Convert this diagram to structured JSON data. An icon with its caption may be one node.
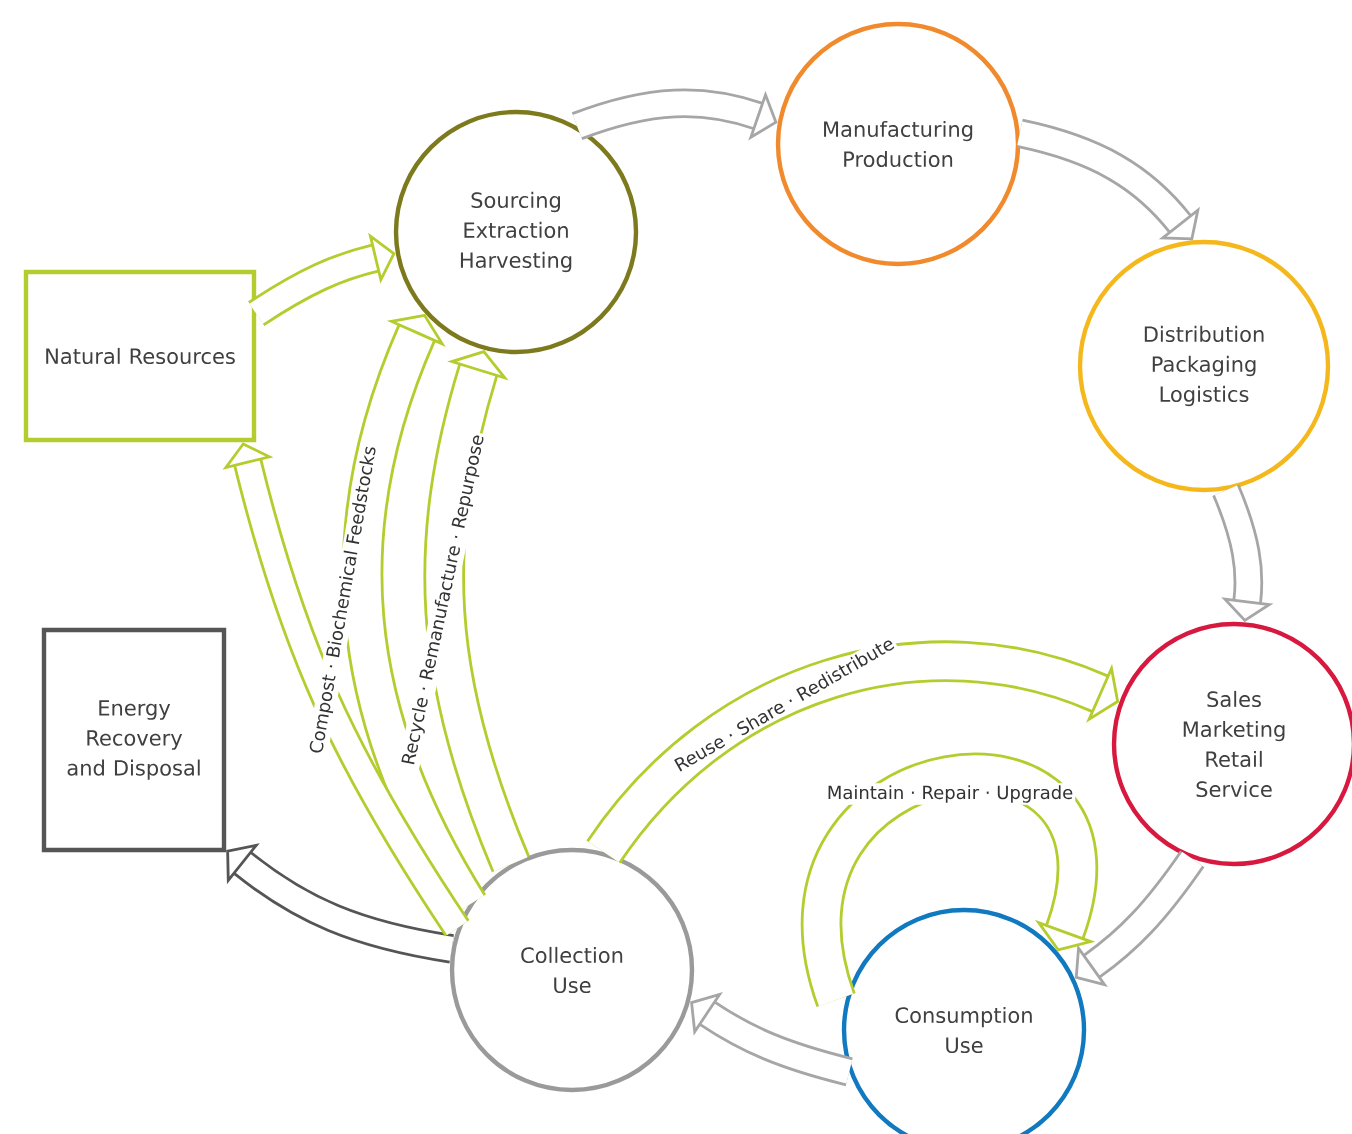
{
  "diagram": {
    "nodes": [
      {
        "text": [
          "Natural Resources"
        ]
      },
      {
        "text": [
          "Sourcing",
          "Extraction",
          "Harvesting"
        ]
      },
      {
        "text": [
          "Manufacturing",
          "Production"
        ]
      },
      {
        "text": [
          "Distribution",
          "Packaging",
          "Logistics"
        ]
      },
      {
        "text": [
          "Sales",
          "Marketing",
          "Retail",
          "Service"
        ]
      },
      {
        "text": [
          "Consumption",
          "Use"
        ]
      },
      {
        "text": [
          "Collection",
          "Use"
        ]
      },
      {
        "text": [
          "Energy Recovery and Disposal"
        ]
      }
    ],
    "edges": [
      {
        "from": 0,
        "to": 1,
        "arrow": "to",
        "color": "#b5cc2e"
      },
      {
        "from": 1,
        "to": 2,
        "arrow": "to",
        "color": "#a6a6a6"
      },
      {
        "from": 2,
        "to": 3,
        "arrow": "to",
        "color": "#a6a6a6"
      },
      {
        "from": 3,
        "to": 4,
        "arrow": "to",
        "color": "#a6a6a6"
      },
      {
        "from": 4,
        "to": 5,
        "arrow": "to",
        "color": "#a6a6a6"
      },
      {
        "from": 5,
        "to": 6,
        "arrow": "to",
        "color": "#a6a6a6"
      },
      {
        "from": 6,
        "to": 7,
        "arrow": "to",
        "color": "#555555"
      },
      {
        "from": 6,
        "to": 1,
        "arrow": "to",
        "label": "Compost · Biochemical Feedstocks",
        "color": "#b5cc2e"
      },
      {
        "from": 6,
        "to": 0,
        "arrow": "to",
        "color": "#b5cc2e"
      },
      {
        "from": 6,
        "to": 1,
        "arrow": "to",
        "label": "Recycle · Remanufacture · Repurpose",
        "color": "#b5cc2e"
      },
      {
        "from": 6,
        "to": 4,
        "arrow": "to",
        "label": "Reuse · Share · Redistribute",
        "color": "#b5cc2e"
      },
      {
        "from": null,
        "to": 5,
        "arrow": "to",
        "label": "Maintain · Repair · Upgrade",
        "color": "#b5cc2e"
      }
    ]
  }
}
